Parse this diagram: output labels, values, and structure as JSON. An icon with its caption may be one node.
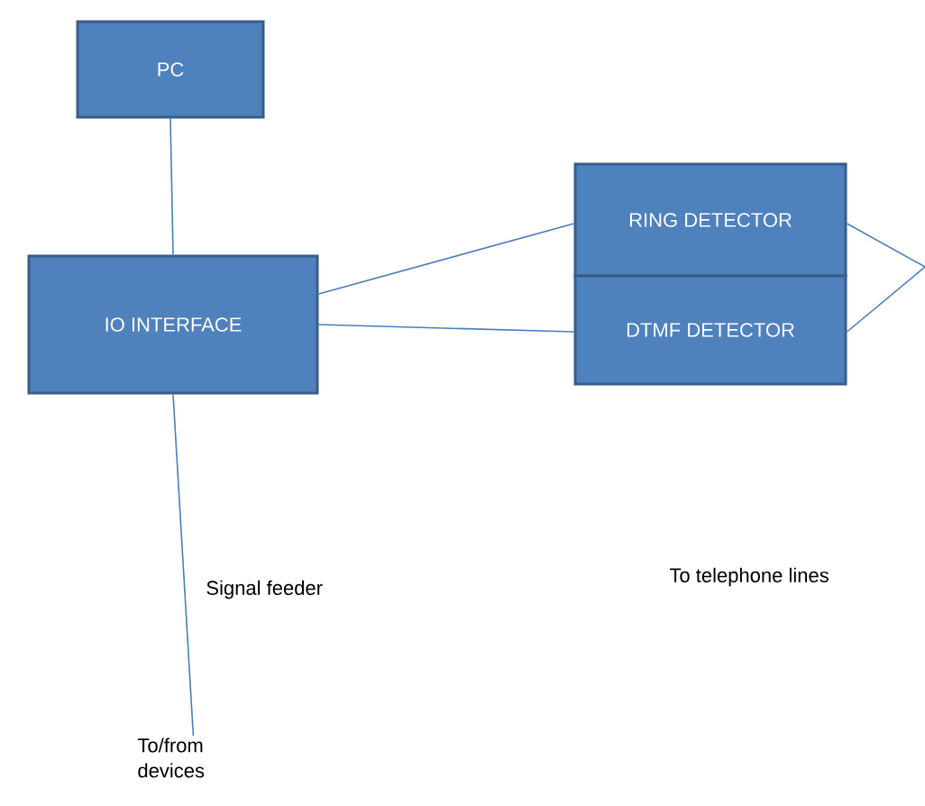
{
  "diagram": {
    "nodes": [
      {
        "text": [
          "PC"
        ]
      },
      {
        "text": [
          "IO INTERFACE"
        ]
      },
      {
        "text": [
          "RING DETECTOR"
        ]
      },
      {
        "text": [
          "DTMF DETECTOR"
        ]
      },
      {
        "text": [
          "To/from devices"
        ]
      }
    ],
    "edges": [
      {
        "from": 0,
        "to": 1,
        "arrow": "none"
      },
      {
        "from": 1,
        "to": 2,
        "arrow": "none"
      },
      {
        "from": 1,
        "to": 3,
        "arrow": "none"
      },
      {
        "from": 1,
        "to": 4,
        "arrow": "none"
      },
      {
        "from": 2,
        "to": null,
        "arrow": "none"
      },
      {
        "from": 3,
        "to": null,
        "arrow": "none"
      }
    ],
    "labels": [
      "Signal feeder",
      "To telephone lines"
    ]
  }
}
